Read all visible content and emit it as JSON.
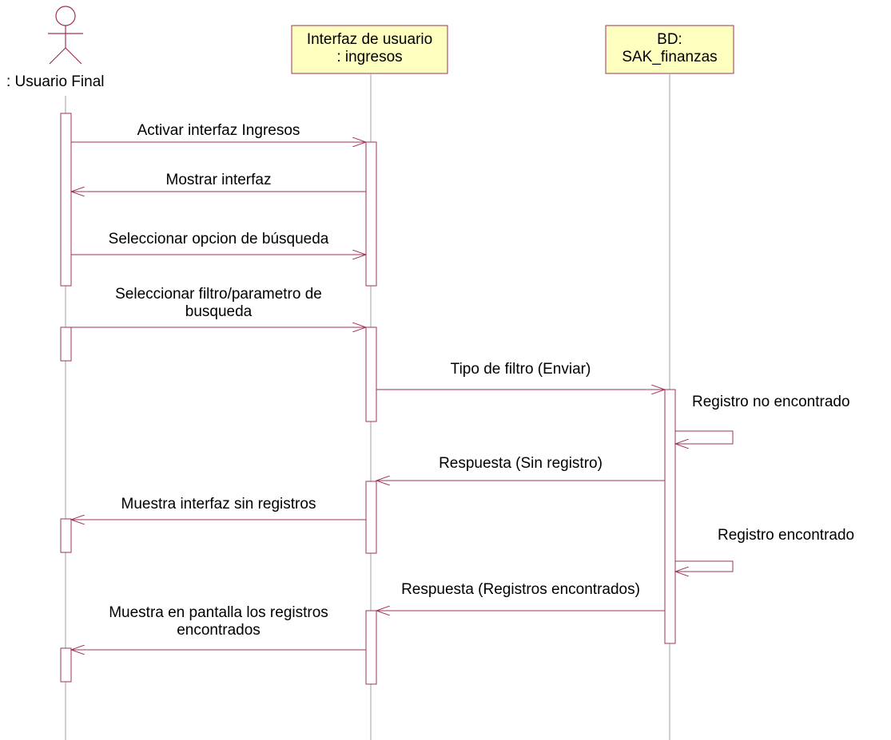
{
  "colors": {
    "line": "#a0305a",
    "lifeline": "#a0a0a0",
    "box_fill": "#ffffc0",
    "box_border": "#a0305a"
  },
  "participants": [
    {
      "label_line1": ": Usuario Final",
      "label_line2": ""
    },
    {
      "label_line1": "Interfaz de usuario",
      "label_line2": ": ingresos"
    },
    {
      "label_line1": "BD:",
      "label_line2": "SAK_finanzas"
    }
  ],
  "messages": [
    {
      "line1": "Activar interfaz Ingresos",
      "line2": ""
    },
    {
      "line1": "Mostrar interfaz",
      "line2": ""
    },
    {
      "line1": "Seleccionar opcion de búsqueda",
      "line2": ""
    },
    {
      "line1": "Seleccionar filtro/parametro de",
      "line2": "busqueda"
    },
    {
      "line1": "Tipo de filtro (Enviar)",
      "line2": ""
    },
    {
      "line1": "Registro no encontrado",
      "line2": ""
    },
    {
      "line1": "Respuesta (Sin registro)",
      "line2": ""
    },
    {
      "line1": "Muestra interfaz sin registros",
      "line2": ""
    },
    {
      "line1": "Registro encontrado",
      "line2": ""
    },
    {
      "line1": "Respuesta (Registros encontrados)",
      "line2": ""
    },
    {
      "line1": "Muestra en pantalla los registros",
      "line2": "encontrados"
    }
  ]
}
